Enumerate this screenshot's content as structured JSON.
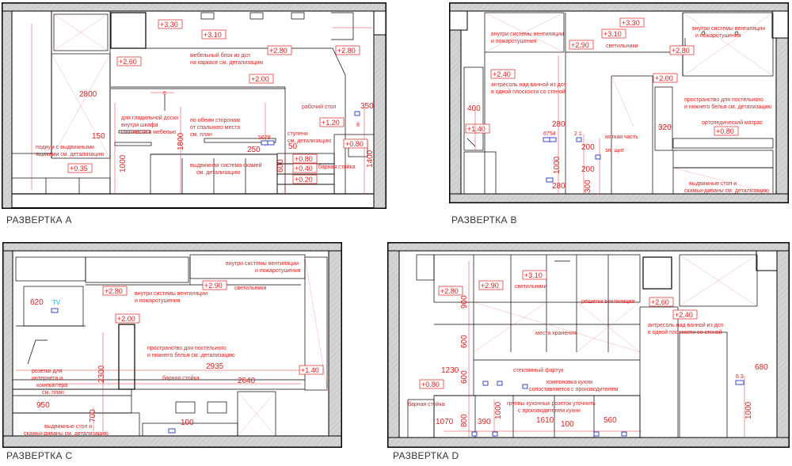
{
  "titles": {
    "a": "РАЗВЕРТКА А",
    "b": "РАЗВЕРТКА В",
    "c": "РАЗВЕРТКА С",
    "d": "РАЗВЕРТКА D"
  },
  "panel_a": {
    "levels": [
      "+3.30",
      "+3.10",
      "+2.80",
      "+2.80",
      "+2.60",
      "+2.00",
      "+1.20",
      "+0.80",
      "+0.80",
      "+0.40",
      "+0.20",
      "+0.35"
    ],
    "dims": [
      "2800",
      "150",
      "1000",
      "1800",
      "250",
      "50",
      "600",
      "1400",
      "350",
      "5678",
      "6",
      "8"
    ],
    "notes": {
      "furniture_block_1": "мебельный блок из дсп",
      "furniture_block_2": "на каркасе см. детализацию",
      "work_table": "рабочий стол",
      "ironing_1": "для гладильной доски",
      "ironing_2": "внутри шкафа",
      "ironing_3": "соотнести с мебелью",
      "both_sides_1": "по обеим сторонам",
      "both_sides_2": "от спального места",
      "both_sides_3": "см. план",
      "steps_1": "ступени",
      "steps_2": "см. детализацию",
      "bar_counter": "барная стойка",
      "drawers_1": "подиум с выдвижными",
      "drawers_2": "ящиками см. детализацию",
      "pullout_1": "выдвижная система скамей",
      "pullout_2": "см. детализацию"
    }
  },
  "panel_b": {
    "levels": [
      "+3.30",
      "+3.10",
      "+2.90",
      "+2.80",
      "+2.40",
      "+2.00",
      "+1.40",
      "+0.80"
    ],
    "dims": [
      "400",
      "280",
      "6754",
      "2 1",
      "200",
      "200",
      "1000",
      "280",
      "300",
      "320"
    ],
    "notes": {
      "vent_1": "внутри системы вентиляции",
      "vent_2": "и пожаротушения",
      "vent_r1": "внутри системы вентиляции",
      "vent_r2": "и пожаротушения",
      "lights": "светильники",
      "mezz_1": "антресоль над ванной из дсп",
      "mezz_2": "в одной плоскости со стеной",
      "space_1": "пространство для постельного",
      "space_2": "и нижнего белья см. детализацию",
      "mattress": "ортопедический матрас",
      "soft_part": "мягкая часть",
      "el_panel": "эл. щит",
      "table_1": "выдвижные стол и",
      "table_2": "скамьи-диваны см. детализацию"
    }
  },
  "panel_c": {
    "levels": [
      "+2.90",
      "+2.80",
      "+2.00",
      "+1.40"
    ],
    "dims": [
      "620",
      "2935",
      "2640",
      "2300",
      "950",
      "700",
      "100"
    ],
    "tv": "TV",
    "notes": {
      "vent_1": "внутри системы вентиляции",
      "vent_2": "и пожаротушения",
      "vent_t1": "внутри системы вентиляции",
      "vent_t2": "и пожаротушения",
      "lights": "светильники",
      "space_1": "пространство для постельного",
      "space_2": "и нижнего белья см. детализацию",
      "bar_counter": "барная стойка",
      "sockets_1": "розетки для",
      "sockets_2": "интернета и",
      "sockets_3": "компьютера",
      "sockets_4": "см. план",
      "table_1": "выдвижные стол и",
      "table_2": "скамьи-диваны см. детализацию"
    }
  },
  "panel_d": {
    "levels": [
      "+3.10",
      "+2.90",
      "+2.80",
      "+2.60",
      "+2.40",
      "+0.80"
    ],
    "dims": [
      "900",
      "600",
      "1230",
      "600",
      "1070",
      "800",
      "390",
      "1000",
      "1610",
      "100",
      "560",
      "680",
      "1000",
      "6.3"
    ],
    "notes": {
      "lights": "светильники",
      "grilles": "решетки вентиляции",
      "storage": "места хранения",
      "glass_apron": "стеклянный фартук",
      "kitchen_1": "компоновка кухни",
      "kitchen_2": "сопоставляется с производителем",
      "groups_1": "группы кухонных розеток уточнить",
      "groups_2": "с производителем кухни",
      "mezz_1": "антресоль над ванной из дсп",
      "mezz_2": "в одной плоскости со стеной",
      "bar_counter": "барная стойка"
    }
  }
}
